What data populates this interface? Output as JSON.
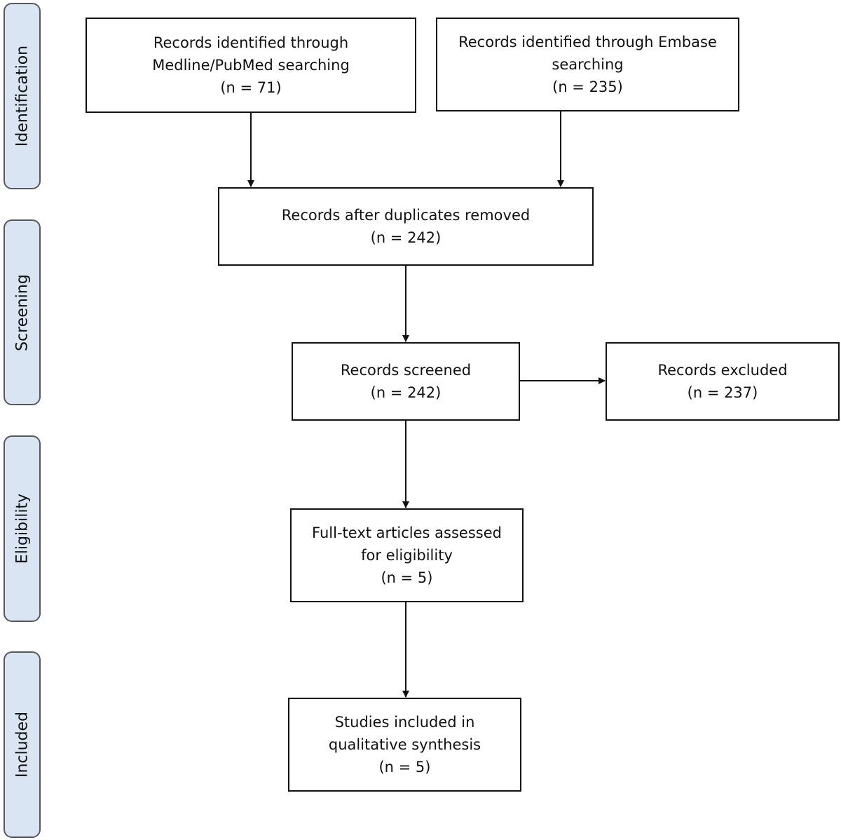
{
  "phases": {
    "identification": "Identification",
    "screening": "Screening",
    "eligibility": "Eligibility",
    "included": "Included"
  },
  "boxes": {
    "pubmed": {
      "line1": "Records identified through",
      "line2": "Medline/PubMed searching",
      "count": "(n = 71)"
    },
    "embase": {
      "line1": "Records identified through Embase",
      "line2": "searching",
      "count": "(n = 235)"
    },
    "dedup": {
      "line1": "Records after duplicates removed",
      "count": "(n = 242)"
    },
    "screened": {
      "line1": "Records screened",
      "count": "(n = 242)"
    },
    "excluded": {
      "line1": "Records excluded",
      "count": "(n = 237)"
    },
    "fulltext": {
      "line1": "Full-text articles assessed",
      "line2": "for eligibility",
      "count": "(n = 5)"
    },
    "included": {
      "line1": "Studies included in",
      "line2": "qualitative synthesis",
      "count": "(n = 5)"
    }
  },
  "colors": {
    "phase_fill": "#d9e5f3",
    "phase_border": "#55595e",
    "box_border": "#111111",
    "arrow": "#111111"
  }
}
